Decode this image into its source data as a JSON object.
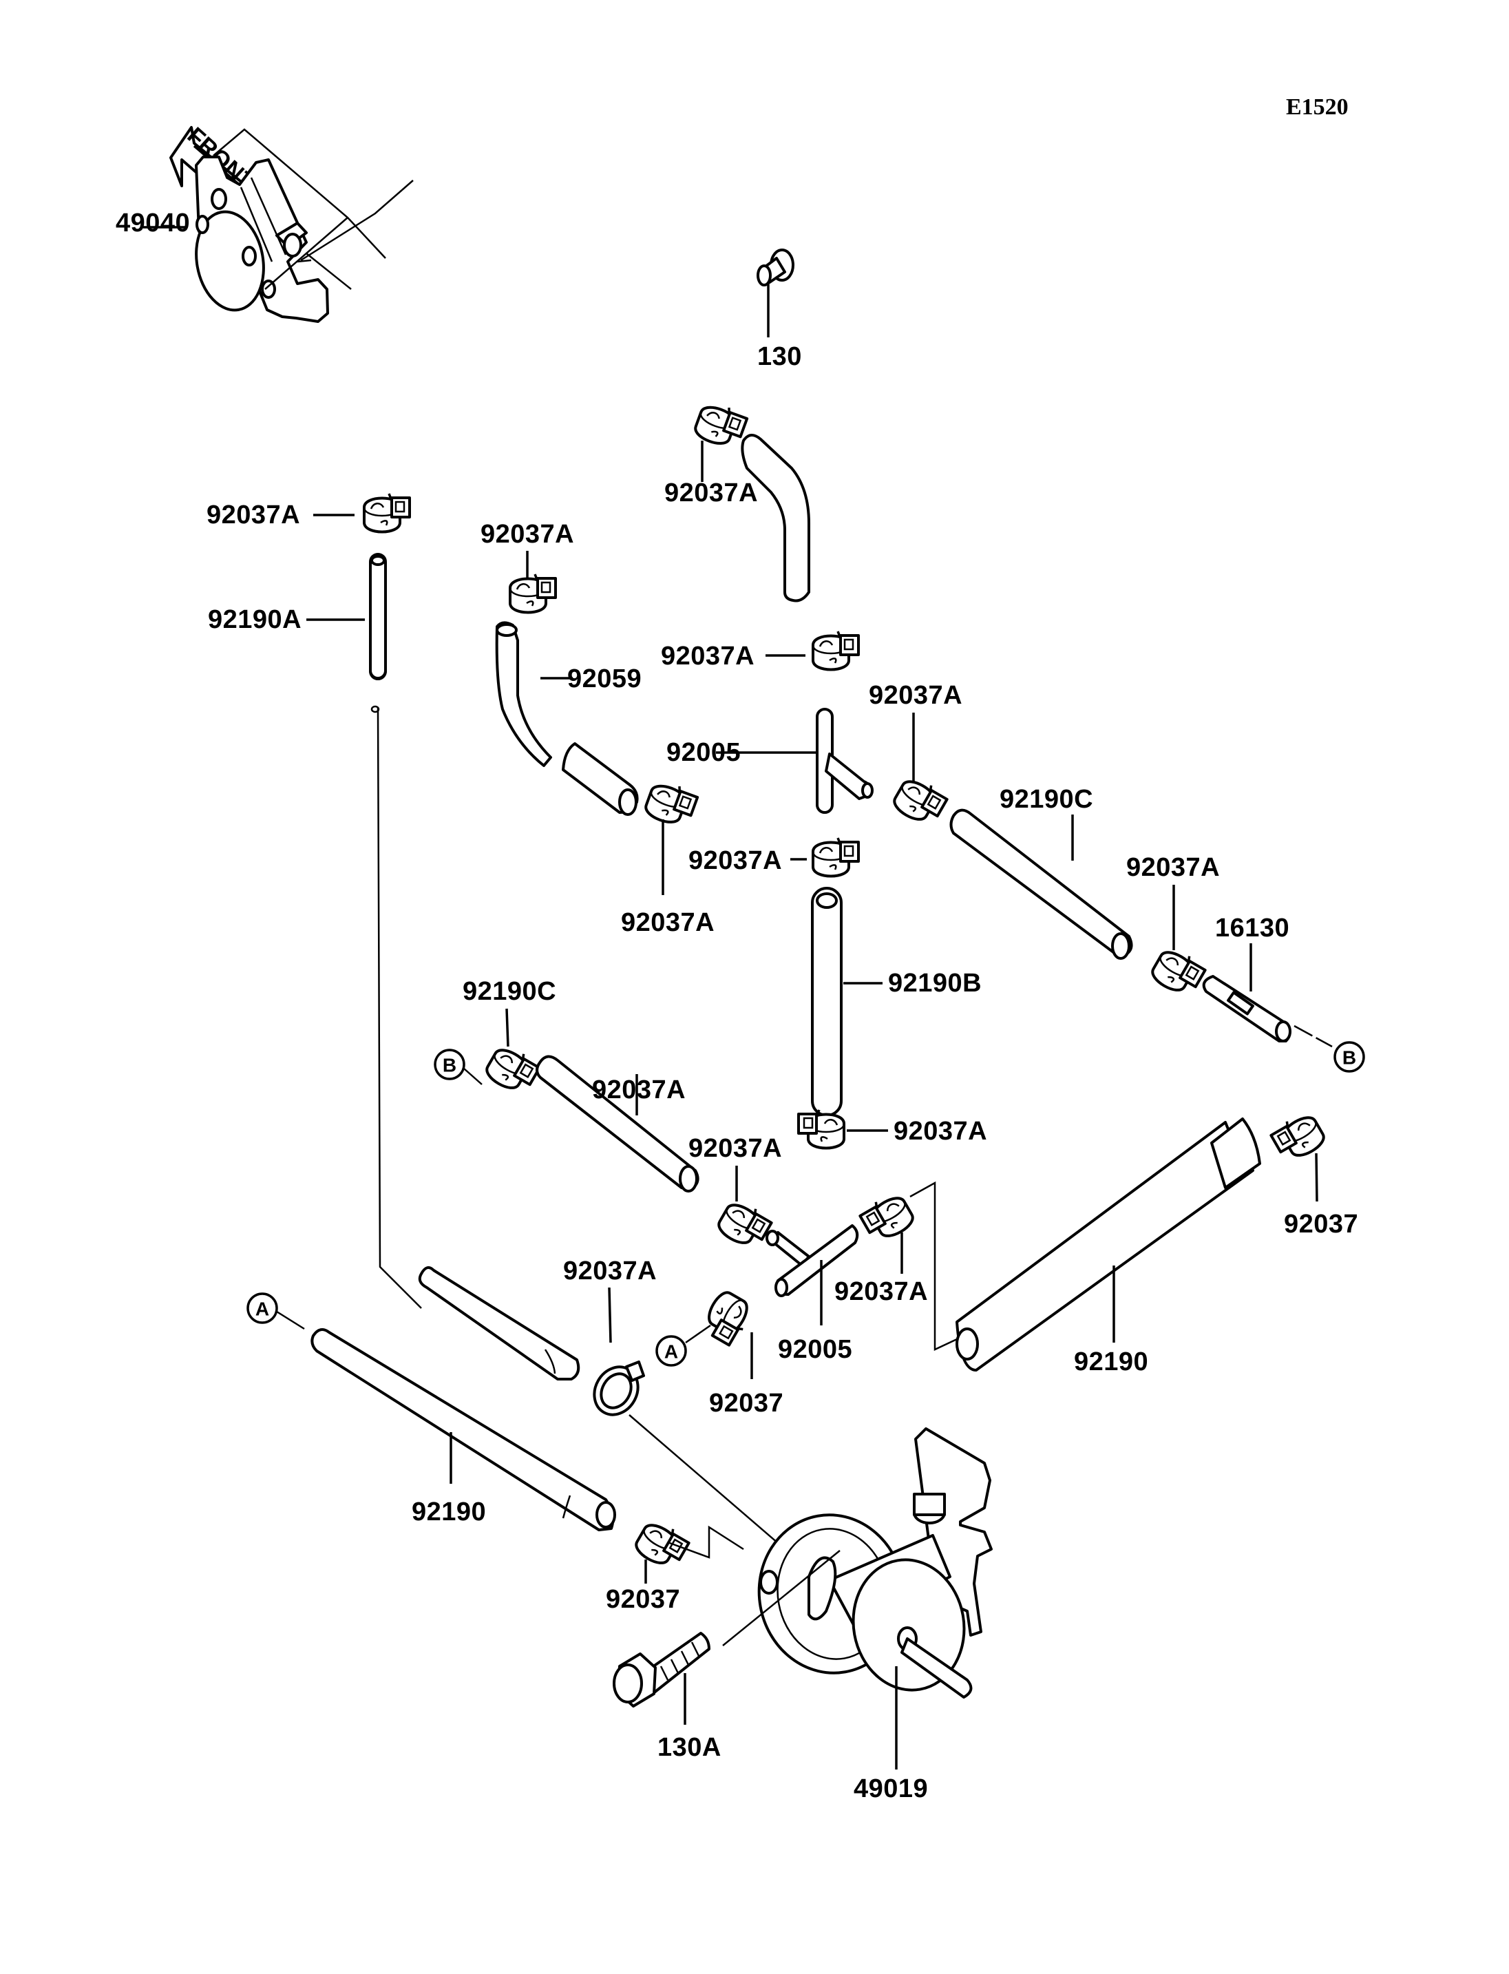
{
  "diagram": {
    "code": "E1520",
    "front_indicator": "FRONT",
    "ref_markers": {
      "a": "A",
      "b": "B"
    },
    "callouts": [
      {
        "id": "c-49040",
        "part": "49040",
        "desc": "fuel-pump-cover"
      },
      {
        "id": "c-130",
        "part": "130",
        "desc": "bolt"
      },
      {
        "id": "c-92037A-1",
        "part": "92037A",
        "desc": "clamp"
      },
      {
        "id": "c-92037A-2",
        "part": "92037A",
        "desc": "clamp"
      },
      {
        "id": "c-92190A",
        "part": "92190A",
        "desc": "tube"
      },
      {
        "id": "c-92037A-3",
        "part": "92037A",
        "desc": "clamp"
      },
      {
        "id": "c-92059",
        "part": "92059",
        "desc": "hose"
      },
      {
        "id": "c-92037A-4",
        "part": "92037A",
        "desc": "clamp"
      },
      {
        "id": "c-92037A-5",
        "part": "92037A",
        "desc": "clamp"
      },
      {
        "id": "c-92005-1",
        "part": "92005",
        "desc": "joint"
      },
      {
        "id": "c-92037A-6",
        "part": "92037A",
        "desc": "clamp"
      },
      {
        "id": "c-92190C-1",
        "part": "92190C",
        "desc": "tube"
      },
      {
        "id": "c-92037A-7",
        "part": "92037A",
        "desc": "clamp"
      },
      {
        "id": "c-92037A-8",
        "part": "92037A",
        "desc": "clamp"
      },
      {
        "id": "c-16130",
        "part": "16130",
        "desc": "pipe"
      },
      {
        "id": "c-92190B",
        "part": "92190B",
        "desc": "tube"
      },
      {
        "id": "c-92037A-9",
        "part": "92037A",
        "desc": "clamp"
      },
      {
        "id": "c-92190C-2",
        "part": "92190C",
        "desc": "tube"
      },
      {
        "id": "c-92037A-10",
        "part": "92037A",
        "desc": "clamp"
      },
      {
        "id": "c-92037A-11",
        "part": "92037A",
        "desc": "clamp"
      },
      {
        "id": "c-92037-1",
        "part": "92037",
        "desc": "clamp"
      },
      {
        "id": "c-92037A-12",
        "part": "92037A",
        "desc": "clamp"
      },
      {
        "id": "c-92037A-13",
        "part": "92037A",
        "desc": "clamp"
      },
      {
        "id": "c-92005-2",
        "part": "92005",
        "desc": "joint"
      },
      {
        "id": "c-92190-1",
        "part": "92190",
        "desc": "tube"
      },
      {
        "id": "c-92037-2",
        "part": "92037",
        "desc": "clamp"
      },
      {
        "id": "c-92190-2",
        "part": "92190",
        "desc": "tube"
      },
      {
        "id": "c-92037-3",
        "part": "92037",
        "desc": "clamp"
      },
      {
        "id": "c-130A",
        "part": "130A",
        "desc": "bolt"
      },
      {
        "id": "c-49019",
        "part": "49019",
        "desc": "fuel-pump"
      }
    ]
  }
}
